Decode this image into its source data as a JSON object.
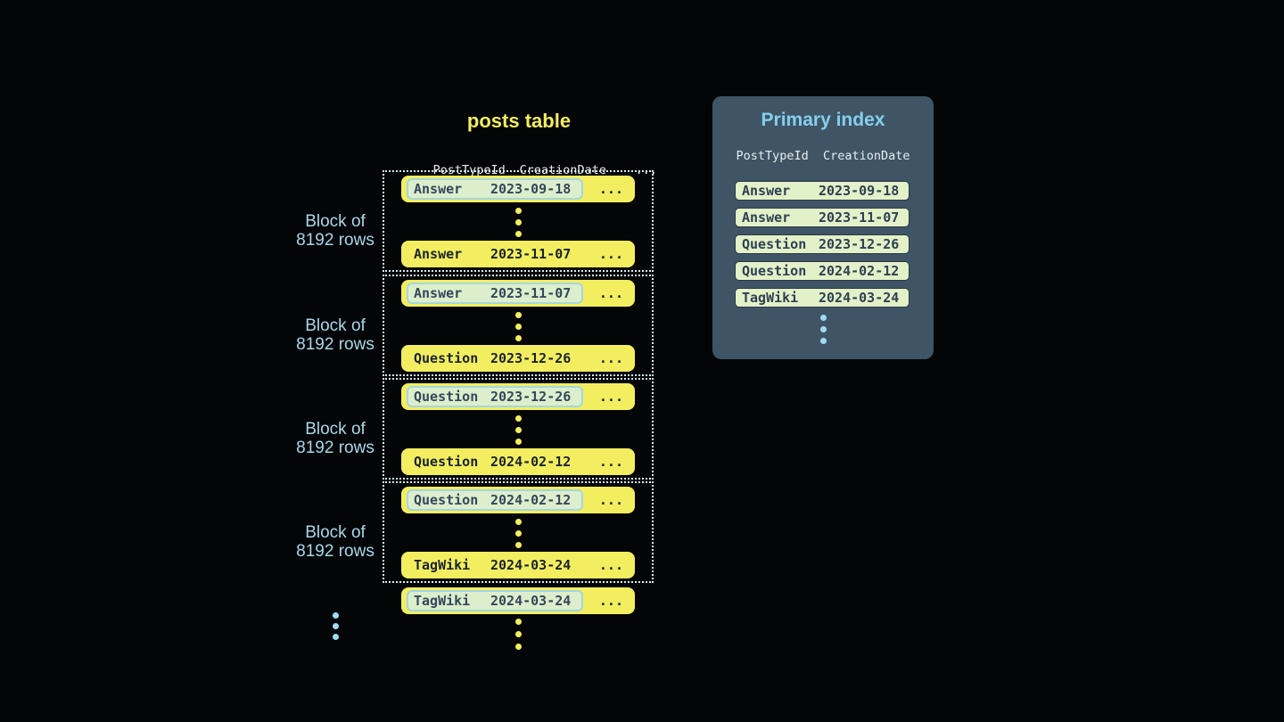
{
  "posts_table": {
    "title": "posts table",
    "headers": {
      "post_type_id": "PostTypeId",
      "creation_date": "CreationDate",
      "more": "..."
    },
    "blocks": [
      {
        "label_line1": "Block of",
        "label_line2": "8192 rows",
        "first_row": {
          "type": "Answer",
          "date": "2023-09-18",
          "more": "..."
        },
        "last_row": {
          "type": "Answer",
          "date": "2023-11-07",
          "more": "..."
        }
      },
      {
        "label_line1": "Block of",
        "label_line2": "8192 rows",
        "first_row": {
          "type": "Answer",
          "date": "2023-11-07",
          "more": "..."
        },
        "last_row": {
          "type": "Question",
          "date": "2023-12-26",
          "more": "..."
        }
      },
      {
        "label_line1": "Block of",
        "label_line2": "8192 rows",
        "first_row": {
          "type": "Question",
          "date": "2023-12-26",
          "more": "..."
        },
        "last_row": {
          "type": "Question",
          "date": "2024-02-12",
          "more": "..."
        }
      },
      {
        "label_line1": "Block of",
        "label_line2": "8192 rows",
        "first_row": {
          "type": "Question",
          "date": "2024-02-12",
          "more": "..."
        },
        "last_row": {
          "type": "TagWiki",
          "date": "2024-03-24",
          "more": "..."
        }
      }
    ],
    "trailing_row": {
      "type": "TagWiki",
      "date": "2024-03-24",
      "more": "..."
    }
  },
  "primary_index": {
    "title": "Primary index",
    "headers": {
      "combined": "PostTypeId  CreationDate"
    },
    "rows": [
      {
        "type": "Answer",
        "date": "2023-09-18"
      },
      {
        "type": "Answer",
        "date": "2023-11-07"
      },
      {
        "type": "Question",
        "date": "2023-12-26"
      },
      {
        "type": "Question",
        "date": "2024-02-12"
      },
      {
        "type": "TagWiki",
        "date": "2024-03-24"
      }
    ]
  },
  "colors": {
    "background": "#040507",
    "row_yellow": "#f3ee60",
    "row_text_plain": "#1b242e",
    "row_text_highlight": "#33485c",
    "highlight_fill": "#ddeecd",
    "highlight_border": "#a3d6e2",
    "block_dotted_border": "#d7edf4",
    "block_label_blue": "#a9d7ea",
    "panel_background": "#3f5565",
    "panel_title_blue": "#86cfee",
    "header_text": "#e9ecee",
    "index_row_fill": "#e3f1c8",
    "index_row_border": "#2c3845",
    "index_row_text": "#2e4054",
    "blue_dot": "#9fdcf2"
  }
}
